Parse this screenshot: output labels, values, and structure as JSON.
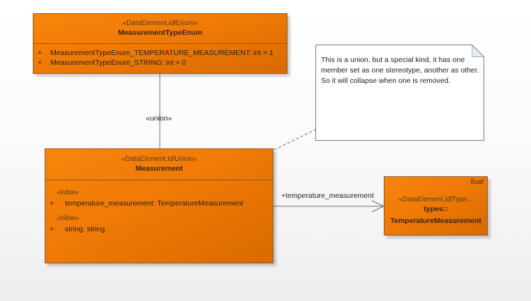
{
  "enum_class": {
    "stereotype": "«DataElement,idlEnum»",
    "name": "MeasurementTypeEnum",
    "attributes": [
      {
        "visibility": "+",
        "text": "MeasurementTypeEnum_TEMPERATURE_MEASUREMENT: int = 1"
      },
      {
        "visibility": "+",
        "text": "MeasurementTypeEnum_STRING: int = 0"
      }
    ]
  },
  "union_class": {
    "stereotype": "«DataElement,idlUnion»",
    "name": "Measurement",
    "attributes": [
      {
        "stereotype": "«lobw»",
        "visibility": "+",
        "text": "temperature_measurement: TemperatureMeasurement"
      },
      {
        "stereotype": "«hibw»",
        "visibility": "+",
        "text": "string: string"
      }
    ]
  },
  "type_class": {
    "tag": "float",
    "stereotype": "«DataElement,idlType...",
    "name_line1": "types::",
    "name_line2": "TemperatureMeasurement"
  },
  "note": {
    "text": "This is a union, but a special kind, it has one member set as one stereotype, another as other. So it will collapse when one is removed."
  },
  "connectors": {
    "union_label": "«union»",
    "assoc_label": "+temperature_measurement"
  },
  "colors": {
    "class_fill": "#ef7a06",
    "class_border": "#8a5a2a",
    "note_border": "#6b7f99",
    "line": "#5f6f85"
  }
}
